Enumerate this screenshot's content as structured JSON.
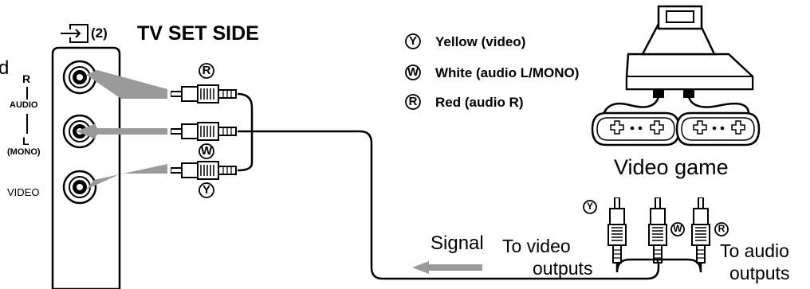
{
  "panel": {
    "cut_letter": "d",
    "input_number": "(2)",
    "heading": "TV SET SIDE",
    "audio_r": "R",
    "audio_word": "AUDIO",
    "audio_l": "L",
    "mono": "(MONO)",
    "video": "VIDEO"
  },
  "legend": [
    {
      "mark": "Y",
      "label": "Yellow (video)"
    },
    {
      "mark": "W",
      "label": "White (audio L/MONO)"
    },
    {
      "mark": "R",
      "label": "Red (audio R)"
    }
  ],
  "plug_marks": {
    "top": "R",
    "middle": "W",
    "bottom": "Y",
    "right_y": "Y",
    "right_w": "W",
    "right_r": "R"
  },
  "device": {
    "label": "Video game"
  },
  "signal": {
    "label": "Signal"
  },
  "outputs": {
    "video_line1": "To video",
    "video_line2": "outputs",
    "audio_line1": "To audio",
    "audio_line2": "outputs"
  },
  "colors": {
    "arrow": "#9a9a9a",
    "line": "#000000",
    "fill": "#ffffff"
  }
}
